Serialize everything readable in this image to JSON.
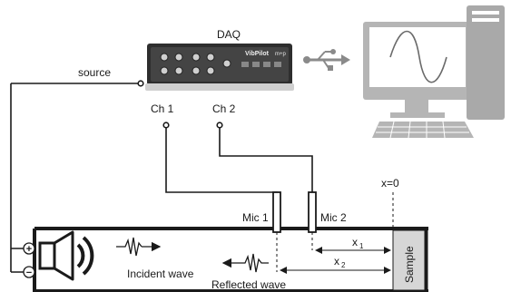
{
  "diagram": {
    "daq_label": "DAQ",
    "daq_brand": "VibPilot",
    "daq_badge": "m+p",
    "source_label": "source",
    "ch1_label": "Ch 1",
    "ch2_label": "Ch 2",
    "mic1_label": "Mic 1",
    "mic2_label": "Mic 2",
    "x0_label": "x=0",
    "x1_label": "x",
    "x1_sub": "1",
    "x2_label": "x",
    "x2_sub": "2",
    "incident_label": "Incident wave",
    "reflected_label": "Reflected wave",
    "sample_label": "Sample",
    "plus_sign": "+",
    "minus_sign": "−"
  },
  "colors": {
    "line": "#1a1a1a",
    "daq_body": "#3a3a3a",
    "computer": "#b5b5b5",
    "screen": "#ffffff",
    "sample_fill": "#d6d6d6",
    "usb": "#8a8a8a"
  },
  "icons": [
    "daq-device",
    "usb-icon",
    "computer-icon",
    "speaker-icon",
    "microphone-icon"
  ]
}
